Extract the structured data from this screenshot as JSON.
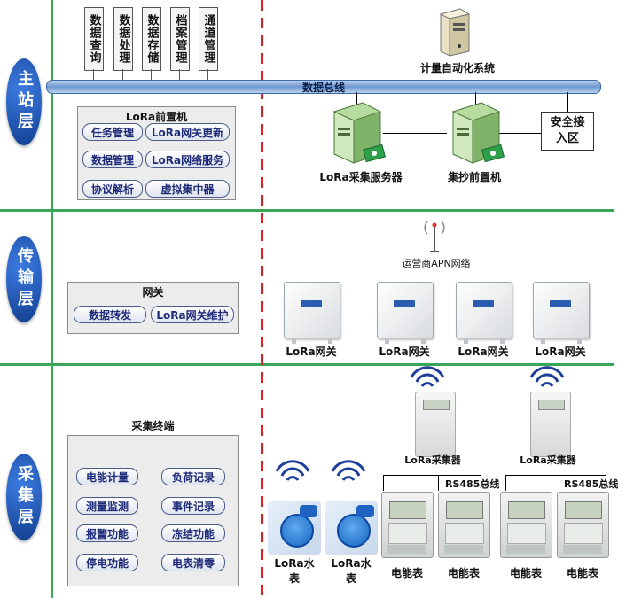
{
  "layers": {
    "master": "主站层",
    "transport": "传输层",
    "collect": "采集层"
  },
  "top_tabs": [
    "数据查询",
    "数据处理",
    "数据存储",
    "档案管理",
    "通道管理"
  ],
  "bus_label": "数据总线",
  "metering_system": "计量自动化系统",
  "lora_front": {
    "title": "LoRa前置机",
    "items": [
      "任务管理",
      "LoRa网关更新",
      "数据管理",
      "LoRa网络服务",
      "协议解析",
      "虚拟集中器"
    ]
  },
  "lora_server": "LoRa采集服务器",
  "copy_front": "集抄前置机",
  "security_zone": "安全接入区",
  "gateway_panel": {
    "title": "网关",
    "items": [
      "数据转发",
      "LoRa网关维护"
    ]
  },
  "apn_network": "运营商APN网络",
  "gateways": [
    "LoRa网关",
    "LoRa网关",
    "LoRa网关",
    "LoRa网关"
  ],
  "terminal_panel": {
    "title": "采集终端",
    "items": [
      "电能计量",
      "负荷记录",
      "测量监测",
      "事件记录",
      "报警功能",
      "冻结功能",
      "停电功能",
      "电表清零"
    ]
  },
  "collectors": [
    "LoRa采集器",
    "LoRa采集器"
  ],
  "rs485": [
    "RS485总线",
    "RS485总线"
  ],
  "water_meters": [
    "LoRa水表",
    "LoRa水表"
  ],
  "power_meters": [
    "电能表",
    "电能表",
    "电能表",
    "电能表"
  ],
  "colors": {
    "divider_green": "#3aa657",
    "divider_red": "#e02020",
    "layer_blue": "#1e57b8",
    "bus_blue": "#7ea6d8",
    "pill_text": "#1d2a78"
  }
}
